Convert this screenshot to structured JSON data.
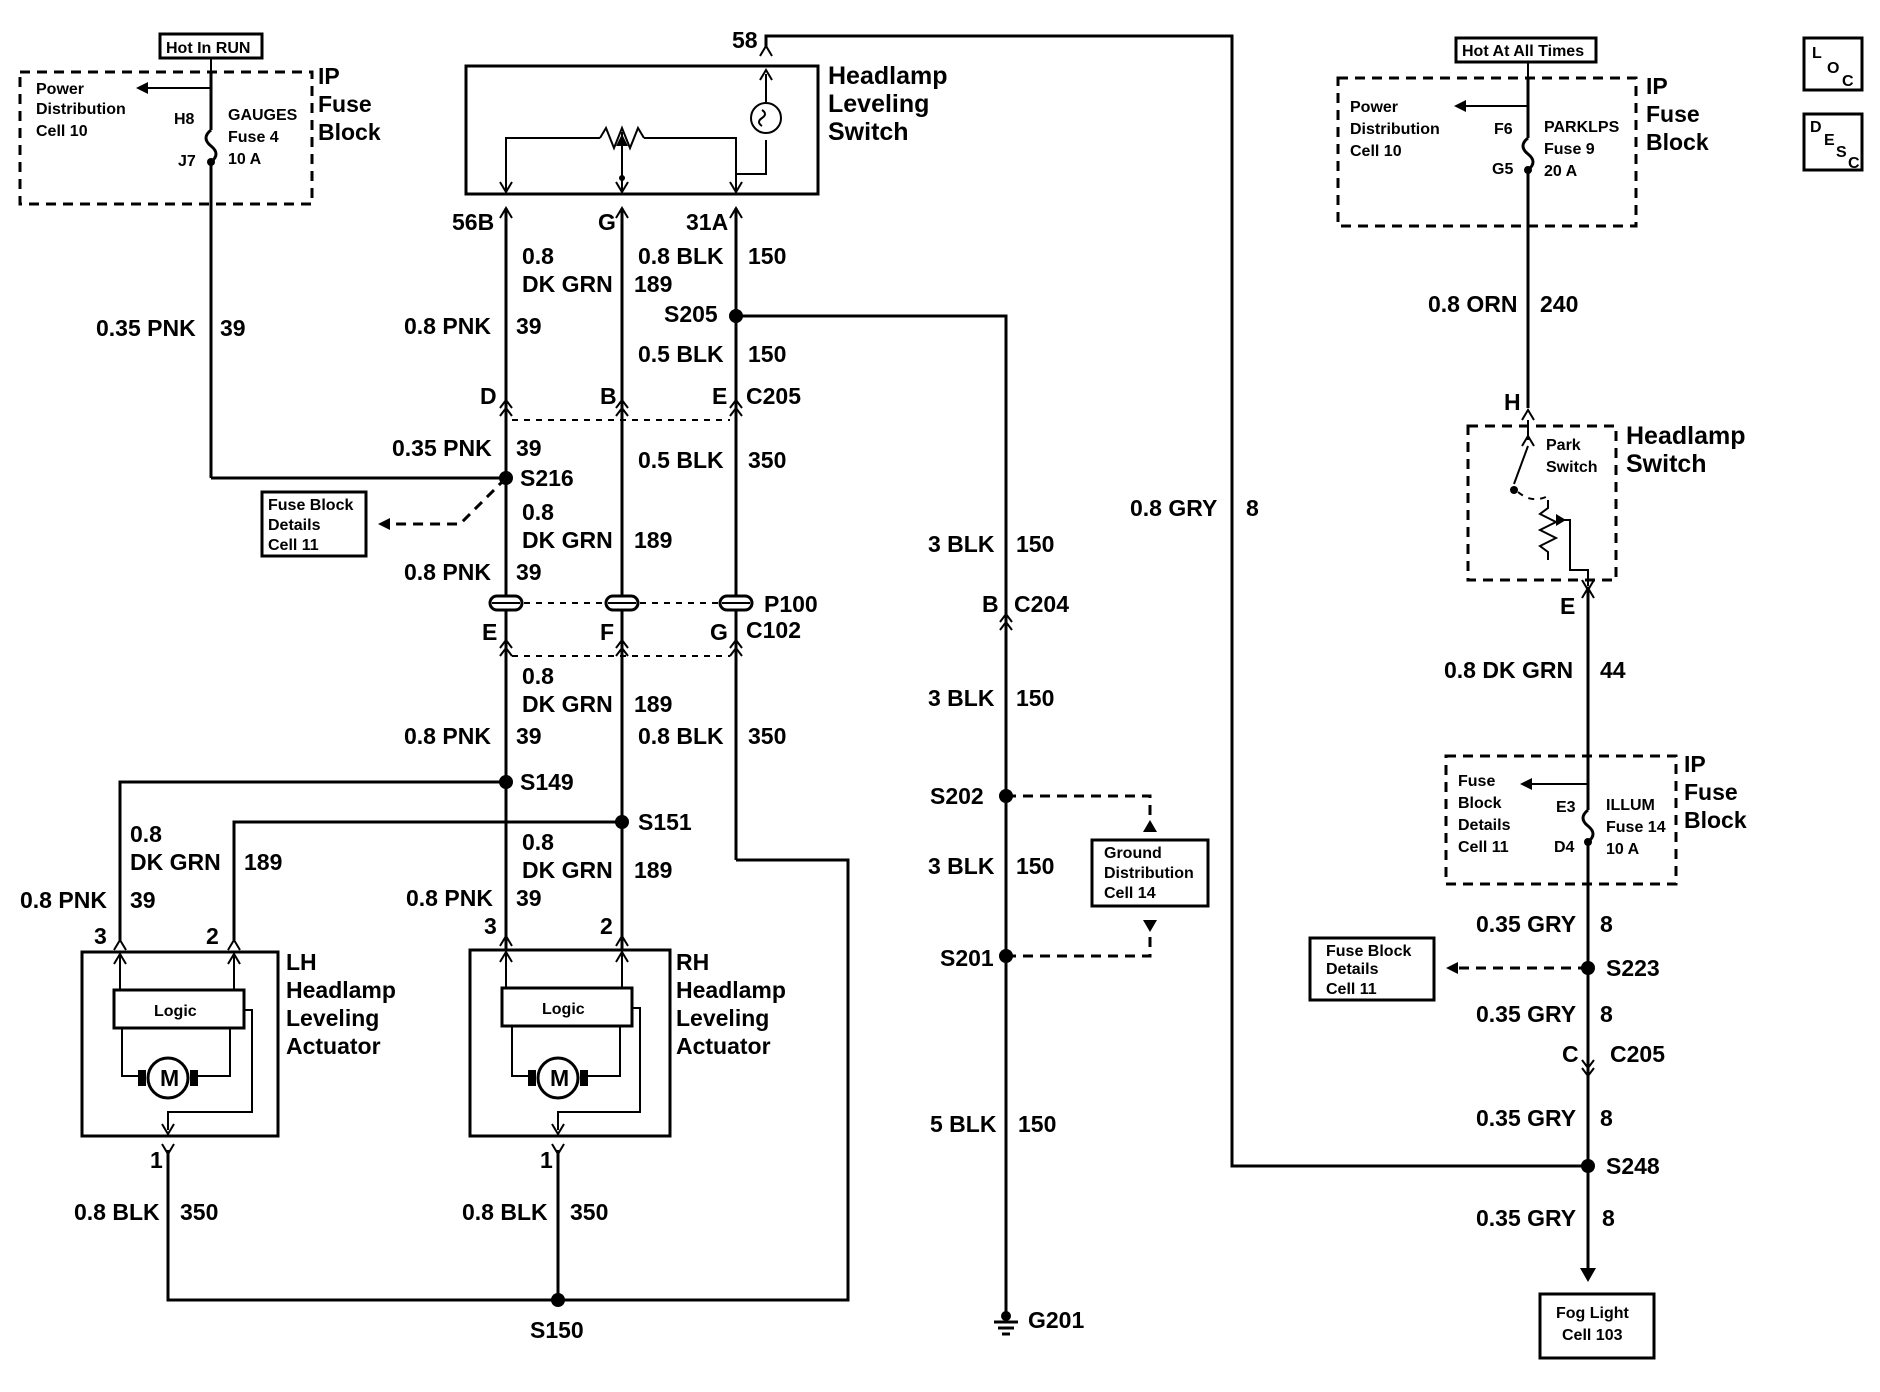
{
  "loc_desc": {
    "loc": [
      "L",
      "O",
      "C"
    ],
    "desc": [
      "D",
      "E",
      "S",
      "C"
    ]
  },
  "left_fuse": {
    "hot": "Hot In RUN",
    "power_dist": [
      "Power",
      "Distribution",
      "Cell 10"
    ],
    "pin_top": "H8",
    "pin_bot": "J7",
    "fuse": [
      "GAUGES",
      "Fuse 4",
      "10 A"
    ],
    "block": [
      "IP",
      "Fuse",
      "Block"
    ]
  },
  "right_fuse": {
    "hot": "Hot At All Times",
    "power_dist": [
      "Power",
      "Distribution",
      "Cell 10"
    ],
    "pin_top": "F6",
    "pin_bot": "G5",
    "fuse": [
      "PARKLPS",
      "Fuse 9",
      "20 A"
    ],
    "block": [
      "IP",
      "Fuse",
      "Block"
    ]
  },
  "illum_fuse": {
    "details": [
      "Fuse",
      "Block",
      "Details",
      "Cell 11"
    ],
    "pin_top": "E3",
    "pin_bot": "D4",
    "fuse": [
      "ILLUM",
      "Fuse 14",
      "10 A"
    ],
    "block": [
      "IP",
      "Fuse",
      "Block"
    ]
  },
  "leveling_switch": {
    "name": [
      "Headlamp",
      "Leveling",
      "Switch"
    ],
    "pin_top": "58",
    "pins": [
      "56B",
      "G",
      "31A"
    ]
  },
  "headlamp_switch": {
    "name": [
      "Headlamp",
      "Switch"
    ],
    "park": [
      "Park",
      "Switch"
    ],
    "pin_top": "H",
    "pin_bot": "E"
  },
  "lh_actuator": {
    "name": [
      "LH",
      "Headlamp",
      "Leveling",
      "Actuator"
    ],
    "logic": "Logic",
    "motor": "M",
    "pins": [
      "3",
      "2",
      "1"
    ]
  },
  "rh_actuator": {
    "name": [
      "RH",
      "Headlamp",
      "Leveling",
      "Actuator"
    ],
    "logic": "Logic",
    "motor": "M",
    "pins": [
      "3",
      "2",
      "1"
    ]
  },
  "fuse_details_left": [
    "Fuse Block",
    "Details",
    "Cell 11"
  ],
  "fuse_details_right": [
    "Fuse Block",
    "Details",
    "Cell 11"
  ],
  "ground_dist": [
    "Ground",
    "Distribution",
    "Cell 14"
  ],
  "fog_light": [
    "Fog Light",
    "Cell 103"
  ],
  "wires": {
    "w1": [
      "0.35 PNK",
      "39"
    ],
    "w2a": [
      "0.8",
      "DK GRN",
      "189"
    ],
    "w2b": [
      "0.8 BLK",
      "150"
    ],
    "w3": [
      "0.8 PNK",
      "39"
    ],
    "w4": [
      "0.5 BLK",
      "150"
    ],
    "w5": [
      "0.35 PNK",
      "39"
    ],
    "w6": [
      "0.5 BLK",
      "350"
    ],
    "w7": [
      "0.8",
      "DK GRN",
      "189"
    ],
    "w8": [
      "0.8 PNK",
      "39"
    ],
    "w9": [
      "0.8",
      "DK GRN",
      "189"
    ],
    "w10": [
      "0.8 PNK",
      "39"
    ],
    "w11": [
      "0.8 BLK",
      "350"
    ],
    "w12": [
      "0.8",
      "DK GRN",
      "189"
    ],
    "w13": [
      "0.8 PNK",
      "39"
    ],
    "w14": [
      "0.8",
      "DK GRN",
      "189"
    ],
    "w15": [
      "0.8 PNK",
      "39"
    ],
    "w16": [
      "0.8 BLK",
      "350"
    ],
    "w17": [
      "0.8 BLK",
      "350"
    ],
    "w18": [
      "3 BLK",
      "150"
    ],
    "w19": [
      "3 BLK",
      "150"
    ],
    "w20": [
      "3 BLK",
      "150"
    ],
    "w21": [
      "5 BLK",
      "150"
    ],
    "w22": [
      "0.8 GRY",
      "8"
    ],
    "w23": [
      "0.8 ORN",
      "240"
    ],
    "w24": [
      "0.8 DK GRN",
      "44"
    ],
    "w25": [
      "0.35 GRY",
      "8"
    ],
    "w26": [
      "0.35 GRY",
      "8"
    ],
    "w27": [
      "0.35 GRY",
      "8"
    ],
    "w28": [
      "0.35 GRY",
      "8"
    ]
  },
  "splices": {
    "s205": "S205",
    "s216": "S216",
    "s149": "S149",
    "s151": "S151",
    "s150": "S150",
    "s202": "S202",
    "s201": "S201",
    "s223": "S223",
    "s248": "S248"
  },
  "connectors": {
    "c205": {
      "pins": [
        "D",
        "B",
        "E"
      ],
      "name": "C205"
    },
    "p100": "P100",
    "c102": {
      "pins": [
        "E",
        "F",
        "G"
      ],
      "name": "C102"
    },
    "c204": {
      "pin": "B",
      "name": "C204"
    },
    "c205r": {
      "pin": "C",
      "name": "C205"
    }
  },
  "ground": "G201"
}
